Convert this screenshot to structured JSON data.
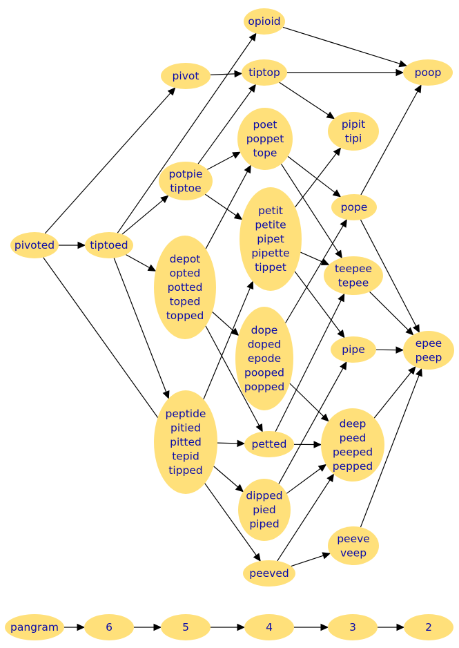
{
  "nodes": [
    {
      "id": "pivoted",
      "lines": [
        "pivoted"
      ]
    },
    {
      "id": "tiptoed",
      "lines": [
        "tiptoed"
      ]
    },
    {
      "id": "opioid",
      "lines": [
        "opioid"
      ]
    },
    {
      "id": "pivot",
      "lines": [
        "pivot"
      ]
    },
    {
      "id": "tiptop",
      "lines": [
        "tiptop"
      ]
    },
    {
      "id": "poop",
      "lines": [
        "poop"
      ]
    },
    {
      "id": "pipit",
      "lines": [
        "pipit",
        "tipi"
      ]
    },
    {
      "id": "poet",
      "lines": [
        "poet",
        "poppet",
        "tope"
      ]
    },
    {
      "id": "potpie",
      "lines": [
        "potpie",
        "tiptoe"
      ]
    },
    {
      "id": "petit",
      "lines": [
        "petit",
        "petite",
        "pipet",
        "pipette",
        "tippet"
      ]
    },
    {
      "id": "pope",
      "lines": [
        "pope"
      ]
    },
    {
      "id": "depot",
      "lines": [
        "depot",
        "opted",
        "potted",
        "toped",
        "topped"
      ]
    },
    {
      "id": "teepee",
      "lines": [
        "teepee",
        "tepee"
      ]
    },
    {
      "id": "dope",
      "lines": [
        "dope",
        "doped",
        "epode",
        "pooped",
        "popped"
      ]
    },
    {
      "id": "pipe",
      "lines": [
        "pipe"
      ]
    },
    {
      "id": "epee",
      "lines": [
        "epee",
        "peep"
      ]
    },
    {
      "id": "peptide",
      "lines": [
        "peptide",
        "pitied",
        "pitted",
        "tepid",
        "tipped"
      ]
    },
    {
      "id": "petted",
      "lines": [
        "petted"
      ]
    },
    {
      "id": "deep",
      "lines": [
        "deep",
        "peed",
        "peeped",
        "pepped"
      ]
    },
    {
      "id": "dipped",
      "lines": [
        "dipped",
        "pied",
        "piped"
      ]
    },
    {
      "id": "peeve",
      "lines": [
        "peeve",
        "veep"
      ]
    },
    {
      "id": "peeved",
      "lines": [
        "peeved"
      ]
    },
    {
      "id": "pangram",
      "lines": [
        "pangram"
      ]
    },
    {
      "id": "n6",
      "lines": [
        "6"
      ]
    },
    {
      "id": "n5",
      "lines": [
        "5"
      ]
    },
    {
      "id": "n4",
      "lines": [
        "4"
      ]
    },
    {
      "id": "n3",
      "lines": [
        "3"
      ]
    },
    {
      "id": "n2",
      "lines": [
        "2"
      ]
    }
  ],
  "edges": [
    [
      "pivoted",
      "tiptoed"
    ],
    [
      "pivoted",
      "pivot"
    ],
    [
      "pivoted",
      "peeved"
    ],
    [
      "tiptoed",
      "opioid"
    ],
    [
      "tiptoed",
      "potpie"
    ],
    [
      "tiptoed",
      "depot"
    ],
    [
      "tiptoed",
      "peptide"
    ],
    [
      "opioid",
      "poop"
    ],
    [
      "pivot",
      "tiptop"
    ],
    [
      "tiptop",
      "poop"
    ],
    [
      "tiptop",
      "pipit"
    ],
    [
      "potpie",
      "tiptop"
    ],
    [
      "potpie",
      "poet"
    ],
    [
      "potpie",
      "petit"
    ],
    [
      "poet",
      "pope"
    ],
    [
      "poet",
      "teepee"
    ],
    [
      "petit",
      "pipit"
    ],
    [
      "petit",
      "teepee"
    ],
    [
      "petit",
      "pipe"
    ],
    [
      "pope",
      "poop"
    ],
    [
      "pope",
      "epee"
    ],
    [
      "depot",
      "poet"
    ],
    [
      "depot",
      "dope"
    ],
    [
      "depot",
      "petted"
    ],
    [
      "teepee",
      "epee"
    ],
    [
      "dope",
      "pope"
    ],
    [
      "dope",
      "deep"
    ],
    [
      "pipe",
      "epee"
    ],
    [
      "peptide",
      "petit"
    ],
    [
      "peptide",
      "petted"
    ],
    [
      "peptide",
      "dipped"
    ],
    [
      "petted",
      "teepee"
    ],
    [
      "petted",
      "deep"
    ],
    [
      "dipped",
      "pipe"
    ],
    [
      "dipped",
      "deep"
    ],
    [
      "deep",
      "epee"
    ],
    [
      "peeved",
      "deep"
    ],
    [
      "peeved",
      "peeve"
    ],
    [
      "peeve",
      "epee"
    ],
    [
      "pangram",
      "n6"
    ],
    [
      "n6",
      "n5"
    ],
    [
      "n5",
      "n4"
    ],
    [
      "n4",
      "n3"
    ],
    [
      "n3",
      "n2"
    ]
  ]
}
